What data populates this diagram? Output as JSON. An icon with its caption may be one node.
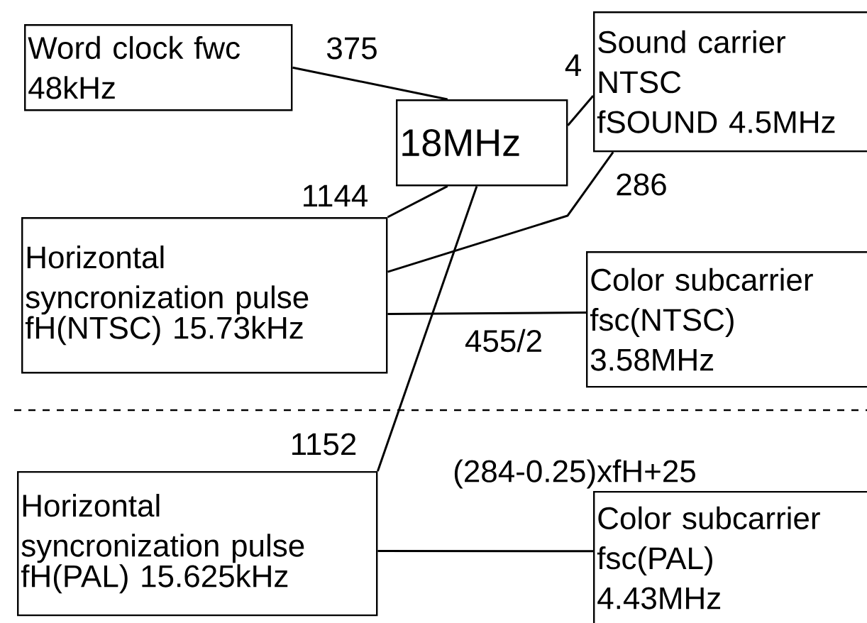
{
  "diagram": {
    "nodes": [
      {
        "text": [
          "Word clock fwc",
          "48kHz"
        ]
      },
      {
        "text": [
          "Sound carrier",
          "NTSC",
          "fSOUND 4.5MHz"
        ]
      },
      {
        "text": [
          "18MHz"
        ]
      },
      {
        "text": [
          "Horizontal syncronization pulse",
          "fH(NTSC)  15.73kHz"
        ]
      },
      {
        "text": [
          "Color subcarrier",
          "fsc(NTSC)",
          "3.58MHz"
        ]
      },
      {
        "text": [
          "Horizontal syncronization pulse",
          "fH(PAL) 15.625kHz"
        ]
      },
      {
        "text": [
          "Color subcarrier",
          "fsc(PAL)",
          "4.43MHz"
        ]
      }
    ],
    "edges": [
      {
        "from": 0,
        "to": 2,
        "arrow": "none",
        "label": "375"
      },
      {
        "from": 2,
        "to": 1,
        "arrow": "none",
        "label": "4"
      },
      {
        "from": 3,
        "to": 2,
        "arrow": "none",
        "label": "1144"
      },
      {
        "from": 3,
        "to": 1,
        "arrow": "none",
        "label": "286"
      },
      {
        "from": 3,
        "to": 4,
        "arrow": "none",
        "label": "455/2"
      },
      {
        "from": 5,
        "to": 2,
        "arrow": "none",
        "label": "1152"
      },
      {
        "from": 5,
        "to": 6,
        "arrow": "none",
        "label": "(284-0.25)xfH+25"
      }
    ]
  }
}
